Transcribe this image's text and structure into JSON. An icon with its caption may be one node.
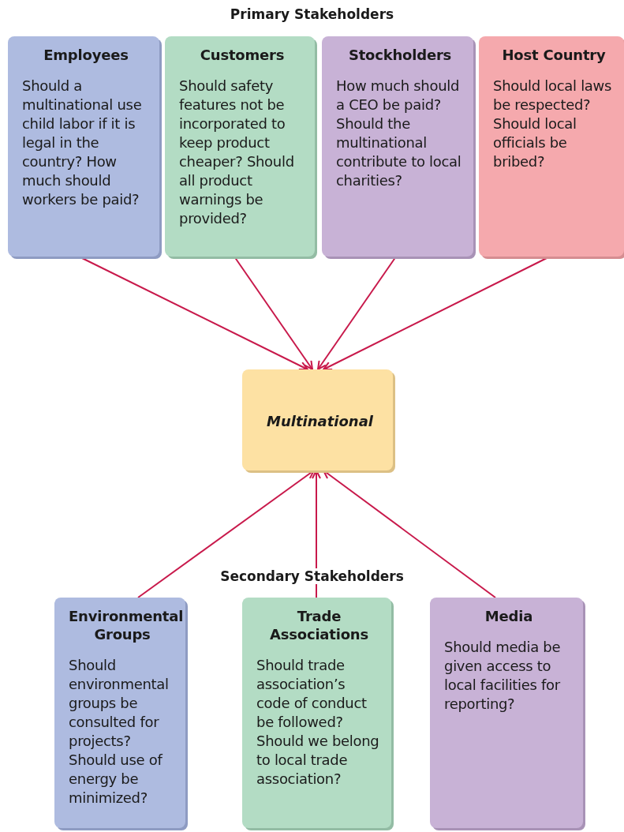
{
  "diagram": {
    "nodes": [
      {
        "text": [
          "Employees",
          "Should a multinational use child labor if it is legal in the country? How much should workers be paid?"
        ]
      },
      {
        "text": [
          "Customers",
          "Should safety features not be incorporated to keep product cheaper? Should all product warnings be provided?"
        ]
      },
      {
        "text": [
          "Stockholders",
          "How much should a CEO be paid? Should the multinational contribute to local charities?"
        ]
      },
      {
        "text": [
          "Host Country",
          "Should local laws be respected? Should local officials be bribed?"
        ]
      },
      {
        "text": [
          "Multinational"
        ]
      },
      {
        "text": [
          "Environmental Groups",
          "Should environmental groups be consulted for projects? Should use of energy be minimized?"
        ]
      },
      {
        "text": [
          "Trade Associations",
          "Should trade association’s code of conduct be followed? Should we belong to local trade association?"
        ]
      },
      {
        "text": [
          "Media",
          "Should media be given access to local facilities for reporting?"
        ]
      }
    ],
    "edges": [
      {
        "from": 0,
        "to": 4,
        "arrow": "to"
      },
      {
        "from": 1,
        "to": 4,
        "arrow": "to"
      },
      {
        "from": 2,
        "to": 4,
        "arrow": "to"
      },
      {
        "from": 3,
        "to": 4,
        "arrow": "to"
      },
      {
        "from": 5,
        "to": 4,
        "arrow": "to"
      },
      {
        "from": 6,
        "to": 4,
        "arrow": "to"
      },
      {
        "from": 7,
        "to": 4,
        "arrow": "to"
      }
    ],
    "labels": [
      "Primary Stakeholders",
      "Secondary Stakeholders"
    ]
  }
}
